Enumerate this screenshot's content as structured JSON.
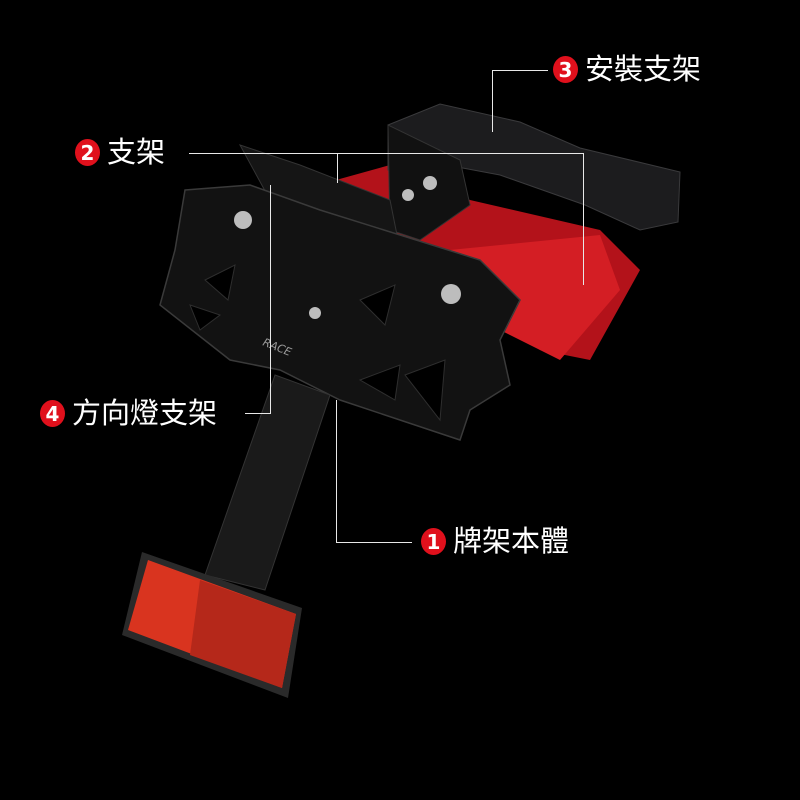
{
  "product_logo": "RACE",
  "callouts": [
    {
      "number": "1",
      "label": "牌架本體"
    },
    {
      "number": "2",
      "label": "支架"
    },
    {
      "number": "3",
      "label": "安裝支架"
    },
    {
      "number": "4",
      "label": "方向燈支架"
    }
  ],
  "colors": {
    "badge": "#e0101c",
    "background": "#000000",
    "accent_part": "#c4161c"
  }
}
